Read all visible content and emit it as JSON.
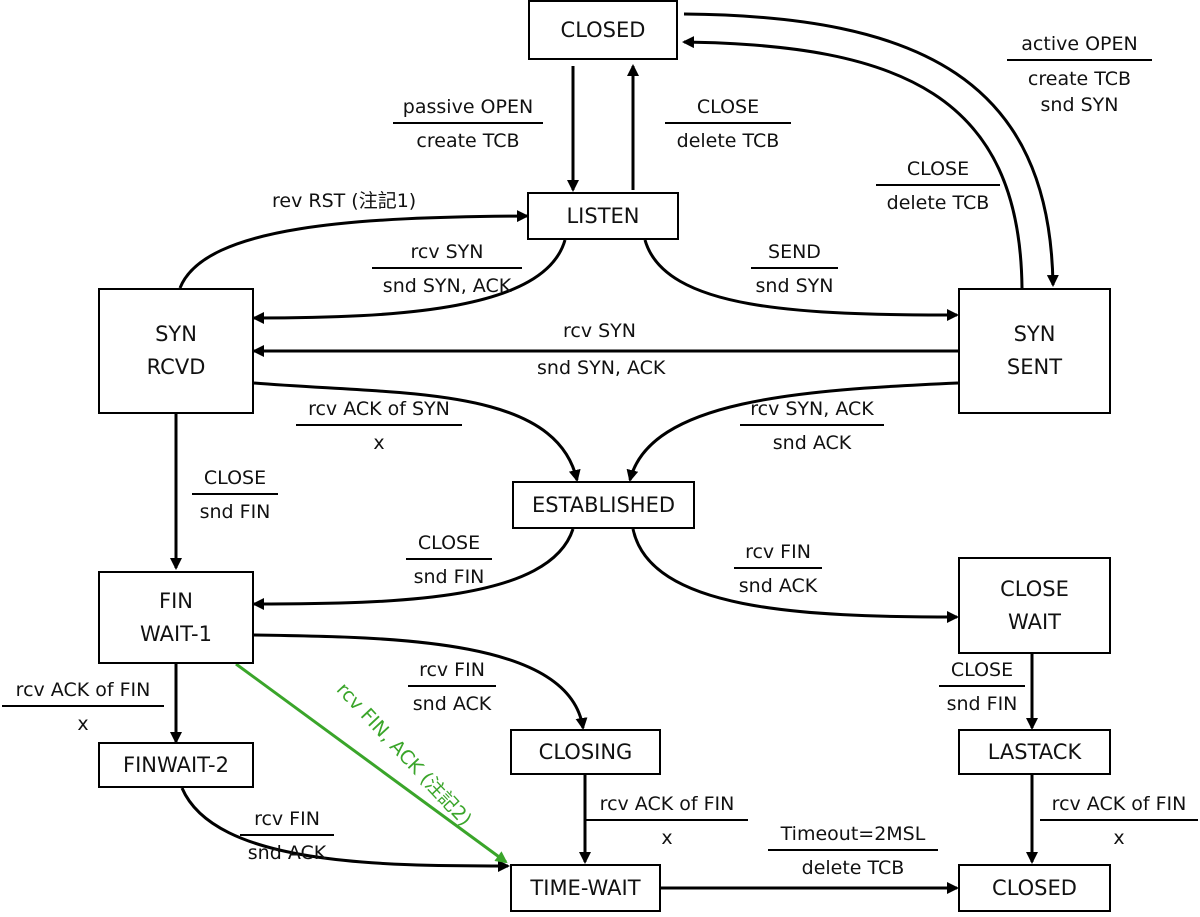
{
  "states": {
    "closed_top": [
      "CLOSED"
    ],
    "listen": [
      "LISTEN"
    ],
    "syn_rcvd": [
      "SYN",
      "RCVD"
    ],
    "syn_sent": [
      "SYN",
      "SENT"
    ],
    "established": [
      "ESTABLISHED"
    ],
    "fin_wait_1": [
      "FIN",
      "WAIT-1"
    ],
    "close_wait": [
      "CLOSE",
      "WAIT"
    ],
    "finwait_2": [
      "FINWAIT-2"
    ],
    "closing": [
      "CLOSING"
    ],
    "lastack": [
      "LASTACK"
    ],
    "time_wait": [
      "TIME-WAIT"
    ],
    "closed_bottom": [
      "CLOSED"
    ]
  },
  "transitions": {
    "passive_open": {
      "event": "passive OPEN",
      "action": "create TCB"
    },
    "close_delete": {
      "event": "CLOSE",
      "action": "delete TCB"
    },
    "active_open": {
      "event": "active OPEN",
      "action": "create TCB\nsnd SYN"
    },
    "close_delete_synsent": {
      "event": "CLOSE",
      "action": "delete TCB"
    },
    "rev_rst": {
      "label": "rev RST (注記1)"
    },
    "rcv_syn_listen": {
      "event": "rcv SYN",
      "action": "snd SYN, ACK"
    },
    "send": {
      "event": "SEND",
      "action": "snd SYN"
    },
    "rcv_syn_synsent": {
      "event": "rcv SYN",
      "action": "snd SYN, ACK"
    },
    "rcv_ack_of_syn": {
      "event": "rcv ACK of SYN",
      "action": "x"
    },
    "rcv_syn_ack": {
      "event": "rcv SYN, ACK",
      "action": "snd ACK"
    },
    "close_snd_fin_synrcvd": {
      "event": "CLOSE",
      "action": "snd FIN"
    },
    "close_snd_fin_est": {
      "event": "CLOSE",
      "action": "snd FIN"
    },
    "rcv_fin_est": {
      "event": "rcv FIN",
      "action": "snd ACK"
    },
    "rcv_ack_of_fin_fw1": {
      "event": "rcv ACK of FIN",
      "action": "x"
    },
    "rcv_fin_fw1": {
      "event": "rcv FIN",
      "action": "snd ACK"
    },
    "close_snd_fin_cw": {
      "event": "CLOSE",
      "action": "snd FIN"
    },
    "rcv_fin_ack_green": {
      "label": "rcv FIN, ACK (注記2)"
    },
    "rcv_ack_of_fin_closing": {
      "event": "rcv ACK of FIN",
      "action": "x"
    },
    "rcv_ack_of_fin_lastack": {
      "event": "rcv ACK of FIN",
      "action": "x"
    },
    "rcv_fin_fw2": {
      "event": "rcv FIN",
      "action": "snd ACK"
    },
    "timeout": {
      "event": "Timeout=2MSL",
      "action": "delete TCB"
    }
  },
  "colors": {
    "line": "#000000",
    "green": "#3aa52a"
  }
}
